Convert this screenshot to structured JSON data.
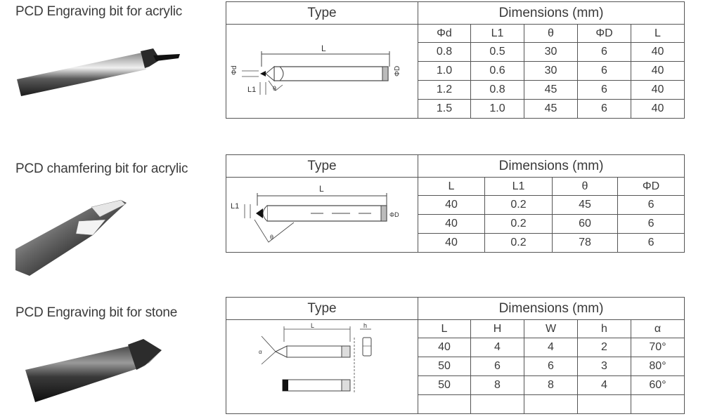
{
  "sections": [
    {
      "title": "PCD Engraving bit for acrylic",
      "type_header": "Type",
      "dims_header": "Dimensions (mm)",
      "columns": [
        "Φd",
        "L1",
        "θ",
        "ΦD",
        "L"
      ],
      "rows": [
        [
          "0.8",
          "0.5",
          "30",
          "6",
          "40"
        ],
        [
          "1.0",
          "0.6",
          "30",
          "6",
          "40"
        ],
        [
          "1.2",
          "0.8",
          "45",
          "6",
          "40"
        ],
        [
          "1.5",
          "1.0",
          "45",
          "6",
          "40"
        ]
      ],
      "diagram_labels": {
        "L": "L",
        "phi_d": "Φd",
        "L1": "L1",
        "phi_D": "ΦD"
      }
    },
    {
      "title": "PCD chamfering bit for acrylic",
      "type_header": "Type",
      "dims_header": "Dimensions (mm)",
      "columns": [
        "L",
        "L1",
        "θ",
        "ΦD"
      ],
      "rows": [
        [
          "40",
          "0.2",
          "45",
          "6"
        ],
        [
          "40",
          "0.2",
          "60",
          "6"
        ],
        [
          "40",
          "0.2",
          "78",
          "6"
        ]
      ],
      "diagram_labels": {
        "L": "L",
        "L1": "L1",
        "phi_D": "ΦD"
      }
    },
    {
      "title": "PCD Engraving bit for stone",
      "type_header": "Type",
      "dims_header": "Dimensions (mm)",
      "columns": [
        "L",
        "H",
        "W",
        "h",
        "α"
      ],
      "rows": [
        [
          "40",
          "4",
          "4",
          "2",
          "70°"
        ],
        [
          "50",
          "6",
          "6",
          "3",
          "80°"
        ],
        [
          "50",
          "8",
          "8",
          "4",
          "60°"
        ],
        [
          "",
          "",
          "",
          "",
          ""
        ]
      ],
      "diagram_labels": {
        "L": "L",
        "h": "h"
      }
    }
  ]
}
